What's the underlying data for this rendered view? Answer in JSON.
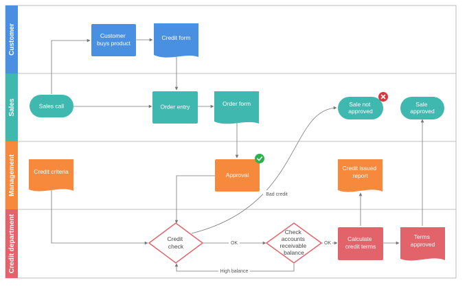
{
  "lanes": [
    {
      "label": "Customer",
      "color": "#4a90e2"
    },
    {
      "label": "Sales",
      "color": "#3fb8af"
    },
    {
      "label": "Management",
      "color": "#f6893b"
    },
    {
      "label": "Credit department",
      "color": "#e3636b"
    }
  ],
  "nodes": {
    "customer_buys": {
      "lines": [
        "Customer",
        "buys product"
      ]
    },
    "credit_form": {
      "lines": [
        "Credit form"
      ]
    },
    "sales_call": {
      "lines": [
        "Sales call"
      ]
    },
    "order_entry": {
      "lines": [
        "Order entry"
      ]
    },
    "order_form": {
      "lines": [
        "Order form"
      ]
    },
    "sale_not_approved": {
      "lines": [
        "Sale not",
        "approved"
      ]
    },
    "sale_approved": {
      "lines": [
        "Sale",
        "approved"
      ]
    },
    "credit_criteria": {
      "lines": [
        "Credit criteria"
      ]
    },
    "approval": {
      "lines": [
        "Approval"
      ]
    },
    "credit_issued_report": {
      "lines": [
        "Credit issued",
        "report"
      ]
    },
    "credit_check": {
      "lines": [
        "Credit",
        "check"
      ]
    },
    "check_accounts": {
      "lines": [
        "Check",
        "accounts",
        "receivable",
        "balance"
      ]
    },
    "calculate_terms": {
      "lines": [
        "Calculate",
        "credit terms"
      ]
    },
    "terms_approved": {
      "lines": [
        "Terms",
        "approved"
      ]
    }
  },
  "edge_labels": {
    "bad_credit": "Bad credit",
    "ok_1": "OK",
    "ok_2": "OK",
    "high_balance": "High balance"
  },
  "colors": {
    "blue": "#4a90e2",
    "teal": "#3fb8af",
    "orange": "#f6893b",
    "red": "#e3636b",
    "check_green": "#2bb24c",
    "cross_red": "#d9363e"
  }
}
